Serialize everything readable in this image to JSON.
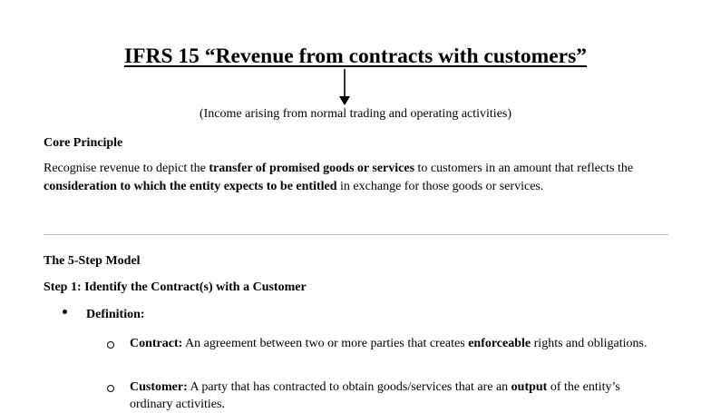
{
  "title": "IFRS 15 “Revenue from contracts with customers”",
  "subtitle": "(Income arising from normal trading and operating activities)",
  "core_principle": {
    "heading": "Core Principle",
    "text_1": "Recognise revenue to depict the ",
    "bold_1": "transfer of promised goods or services",
    "text_2": " to customers in an amount that reflects the ",
    "bold_2": "consideration to which the entity expects to be entitled",
    "text_3": " in exchange for those goods or services."
  },
  "model": {
    "heading": "The 5-Step Model",
    "step1_heading": "Step 1: Identify the Contract(s) with a Customer",
    "definition_label": "Definition:",
    "contract": {
      "term": "Contract:",
      "text_1": " An agreement between two or more parties that creates ",
      "bold": "enforceable",
      "text_2": " rights and obligations."
    },
    "customer": {
      "term": "Customer:",
      "text_1": " A party that has contracted to obtain goods/services that are an ",
      "bold": "output",
      "text_2": " of the entity’s ordinary activities."
    }
  }
}
